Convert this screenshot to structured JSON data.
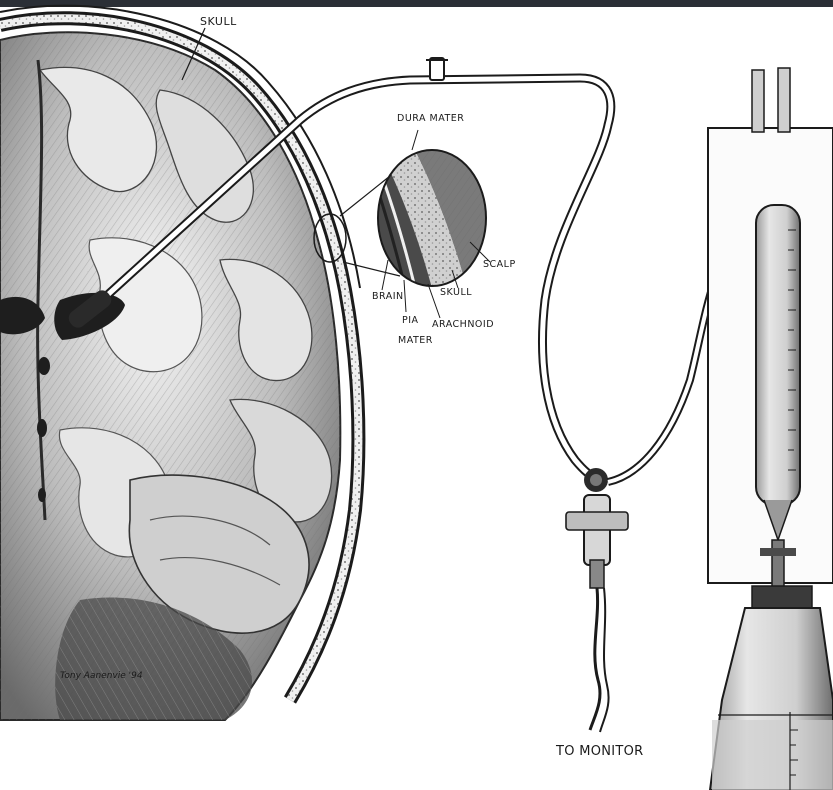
{
  "labels": {
    "skull": "SKULL",
    "dura_mater": "DURA MATER",
    "scalp": "SCALP",
    "brain": "BRAIN",
    "pia_mater": "PIA",
    "pia_mater_2": "MATER",
    "arachnoid": "ARACHNOID",
    "skull_inset": "SKULL",
    "to_monitor": "TO MONITOR",
    "signature": "Tony Aanenvie '94"
  },
  "colors": {
    "ink": "#1b1b1b",
    "shade_dark": "#3a3a3a",
    "shade_mid": "#8a8a8a",
    "shade_light": "#cfcfcf",
    "paper": "#ffffff",
    "topbar": "#2b2f36"
  },
  "icons": {
    "monitor_panel": "board-icon",
    "transducer": "transducer-icon",
    "stopcock": "stopcock-icon",
    "drip_chamber": "drip-chamber-icon"
  }
}
